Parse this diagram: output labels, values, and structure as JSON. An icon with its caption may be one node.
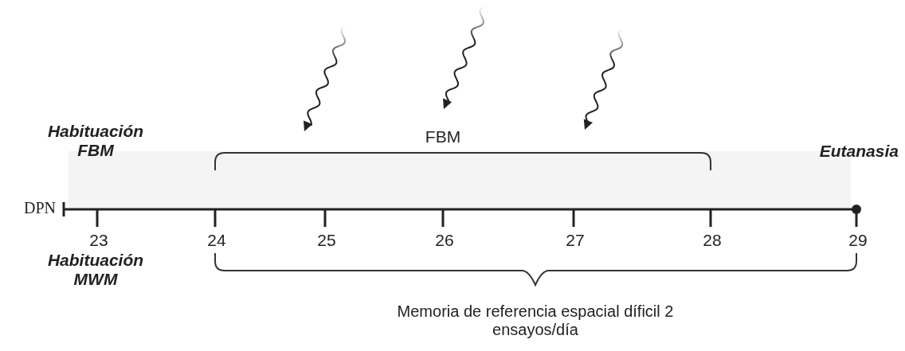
{
  "diagram": {
    "labels": [
      "Habituación FBM",
      "FBM",
      "Eutanasia",
      "DPN",
      "23",
      "24",
      "25",
      "26",
      "27",
      "28",
      "29",
      "Habituación MWM",
      "Memoria de referencia espacial díficil 2 ensayos/día"
    ]
  }
}
